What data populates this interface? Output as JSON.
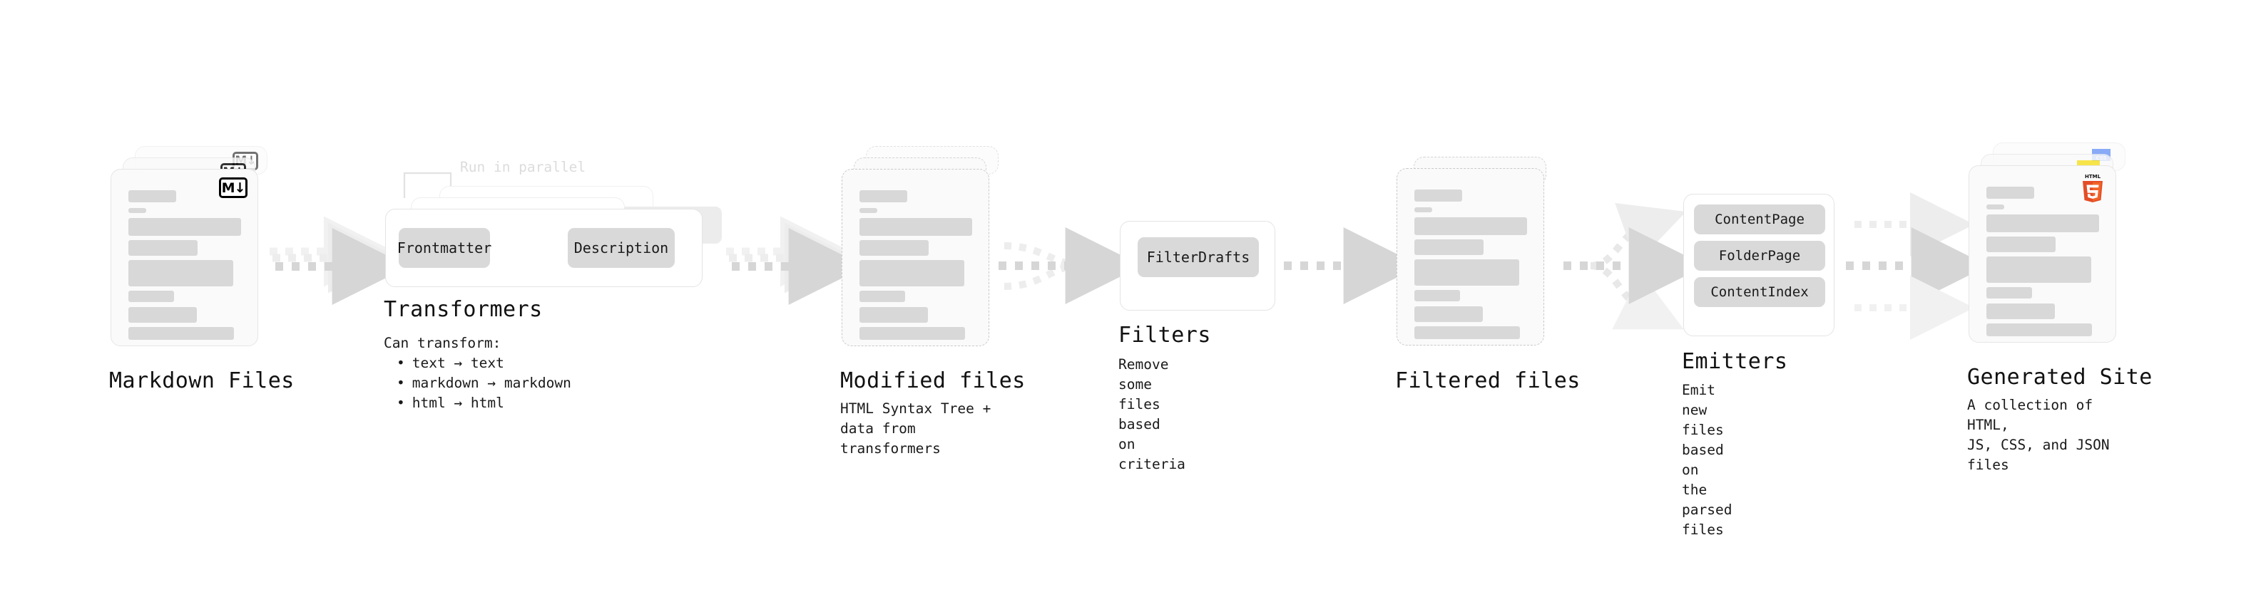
{
  "diagram": {
    "type": "pipeline-flow",
    "background": "#ffffff",
    "accent_gray": "#d9d9d9",
    "arrow_color": "#d6d6d6"
  },
  "stages": [
    {
      "id": "markdown-files",
      "title": "Markdown Files",
      "subtitle": "",
      "badge": "markdown-badge",
      "badge_text": "M↓",
      "card_style": "solid",
      "card_count": 3
    },
    {
      "id": "transformers",
      "title": "Transformers",
      "caption": "Can transform:",
      "bullets": [
        "text → text",
        "markdown → markdown",
        "html → html"
      ],
      "annotation": "Run in parallel",
      "chips": [
        "Frontmatter",
        "Description"
      ],
      "box_count": 3
    },
    {
      "id": "modified-files",
      "title": "Modified files",
      "subtitle": "HTML Syntax Tree +\ndata from transformers",
      "card_style": "dashed",
      "card_count": 3
    },
    {
      "id": "filters",
      "title": "Filters",
      "subtitle": "Remove some files based\non criteria",
      "chips": [
        "FilterDrafts"
      ]
    },
    {
      "id": "filtered-files",
      "title": "Filtered files",
      "subtitle": "",
      "card_style": "dashed",
      "card_count": 2
    },
    {
      "id": "emitters",
      "title": "Emitters",
      "subtitle": "Emit new files based on\nthe parsed files",
      "chips": [
        "ContentPage",
        "FolderPage",
        "ContentIndex"
      ]
    },
    {
      "id": "generated-site",
      "title": "Generated Site",
      "subtitle": "A collection of HTML,\nJS, CSS, and JSON files",
      "badges": [
        "html5-badge",
        "js-badge",
        "css-badge"
      ],
      "badge_labels": {
        "html5": "HTML",
        "html5_digit": "5",
        "css": "CSS"
      },
      "card_style": "solid",
      "card_count": 3
    }
  ],
  "connectors": [
    {
      "id": "md-to-transformers",
      "style": "dashed-triple-arrow"
    },
    {
      "id": "transformers-to-modified",
      "style": "dashed-triple-arrow"
    },
    {
      "id": "modified-to-filters",
      "style": "dashed-converging-arrow"
    },
    {
      "id": "filters-to-filtered",
      "style": "dashed-single-arrow"
    },
    {
      "id": "filtered-to-emitters",
      "style": "dashed-fanout-arrow"
    },
    {
      "id": "emitters-to-site",
      "style": "dashed-triple-parallel-arrow"
    }
  ]
}
